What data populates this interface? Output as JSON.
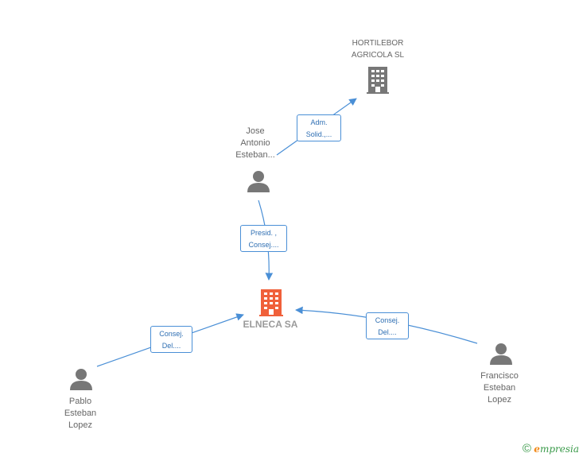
{
  "nodes": {
    "center": {
      "label": "ELNECA SA"
    },
    "hortilebor": {
      "line1": "HORTILEBOR",
      "line2": "AGRICOLA SL"
    },
    "jose": {
      "line1": "Jose",
      "line2": "Antonio",
      "line3": "Esteban..."
    },
    "pablo": {
      "line1": "Pablo",
      "line2": "Esteban",
      "line3": "Lopez"
    },
    "francisco": {
      "line1": "Francisco",
      "line2": "Esteban",
      "line3": "Lopez"
    }
  },
  "edges": {
    "jose_hortilebor": {
      "line1": "Adm.",
      "line2": "Solid.,..."
    },
    "jose_center": {
      "line1": "Presid. ,",
      "line2": "Consej...."
    },
    "pablo_center": {
      "line1": "Consej.",
      "line2": "Del...."
    },
    "francisco_center": {
      "line1": "Consej.",
      "line2": "Del...."
    }
  },
  "colors": {
    "edge": "#4a8fd6",
    "person_icon": "#777777",
    "company_icon": "#777777",
    "center_icon": "#f0603a"
  },
  "brand": {
    "copyright": "©",
    "e": "e",
    "rest": "mpresia"
  }
}
